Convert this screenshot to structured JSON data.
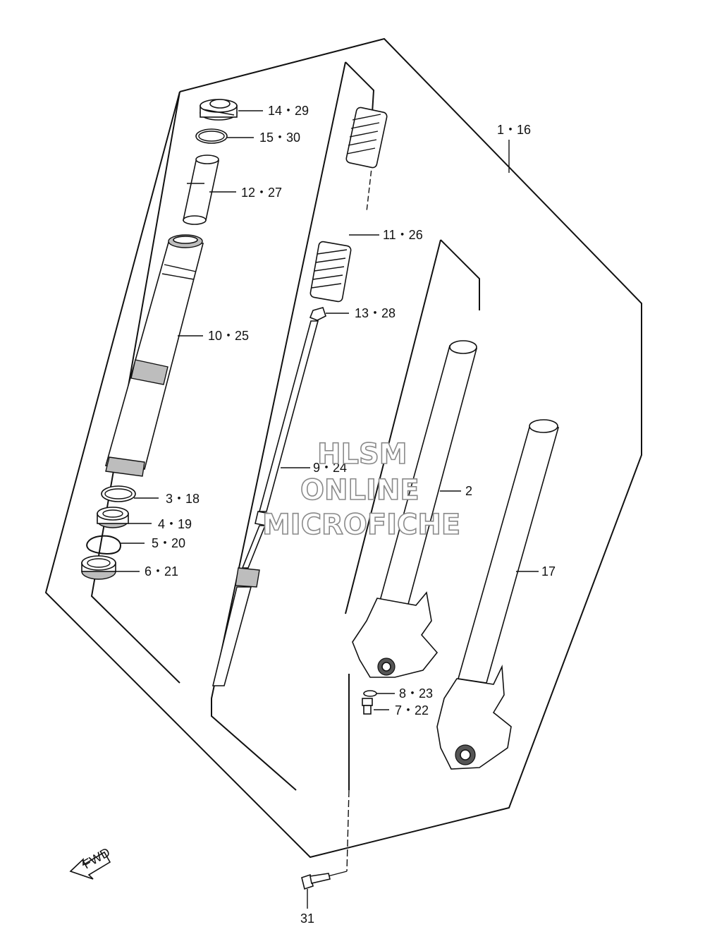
{
  "callouts": {
    "c1_16": "1・16",
    "c14_29": "14・29",
    "c15_30": "15・30",
    "c12_27": "12・27",
    "c11_26": "11・26",
    "c13_28": "13・28",
    "c10_25": "10・25",
    "c9_24": "9・24",
    "c2": "2",
    "c17": "17",
    "c3_18": "3・18",
    "c4_19": "4・19",
    "c5_20": "5・20",
    "c6_21": "6・21",
    "c8_23": "8・23",
    "c7_22": "7・22",
    "c31": "31"
  },
  "fwd_arrow": {
    "label": "FWD"
  },
  "watermark": {
    "line1": "HLSM",
    "line2": "ONLINE",
    "line3": "MICROFICHE"
  }
}
